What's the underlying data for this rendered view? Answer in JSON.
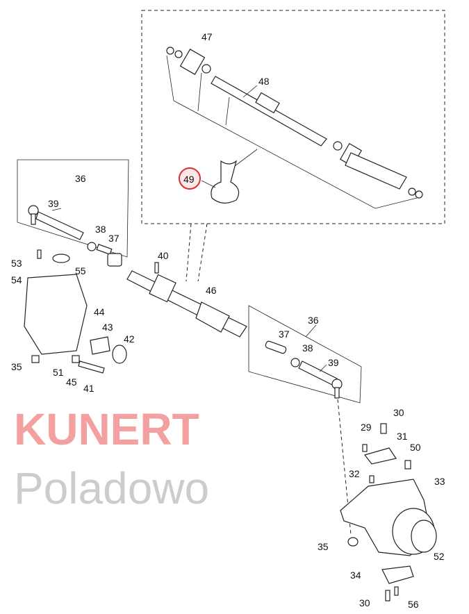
{
  "watermark": {
    "brand": "KUNERT",
    "place": "Poladowo"
  },
  "highlight_color": "#d9302c",
  "labels": {
    "p47": "47",
    "p48": "48",
    "p49": "49",
    "l36": "36",
    "l39": "39",
    "l38": "38",
    "l37": "37",
    "p53": "53",
    "p54": "54",
    "p55": "55",
    "p44": "44",
    "p43": "43",
    "p42": "42",
    "p35a": "35",
    "p51": "51",
    "p45": "45",
    "p41": "41",
    "p40": "40",
    "p46": "46",
    "r36": "36",
    "r37": "37",
    "r38": "38",
    "r39": "39",
    "p30a": "30",
    "p29": "29",
    "p31": "31",
    "p50": "50",
    "p32": "32",
    "p33": "33",
    "p35b": "35",
    "p52": "52",
    "p34": "34",
    "p30b": "30",
    "p56": "56"
  }
}
